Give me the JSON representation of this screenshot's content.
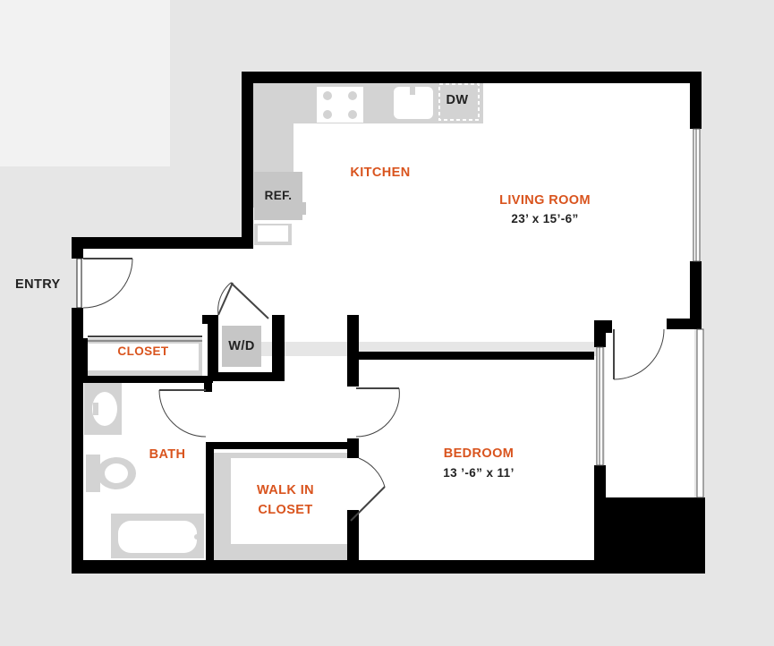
{
  "plan": {
    "entry_label": "ENTRY",
    "rooms": {
      "kitchen": {
        "name": "KITCHEN"
      },
      "living_room": {
        "name": "LIVING ROOM",
        "dimensions": "23’ x 15’-6”"
      },
      "bedroom": {
        "name": "BEDROOM",
        "dimensions": "13 ’-6” x 11’"
      },
      "bath": {
        "name": "BATH"
      },
      "closet": {
        "name": "CLOSET"
      },
      "walk_in_closet": {
        "line1": "WALK IN",
        "line2": "CLOSET"
      }
    },
    "fixtures": {
      "dishwasher": "DW",
      "refrigerator": "REF.",
      "washer_dryer": "W/D"
    }
  },
  "colors": {
    "background": "#e6e6e6",
    "walls": "#000000",
    "floor": "#ffffff",
    "fixture_fill": "#d3d3d3",
    "room_label": "#d9541e",
    "text_dark": "#222222"
  }
}
